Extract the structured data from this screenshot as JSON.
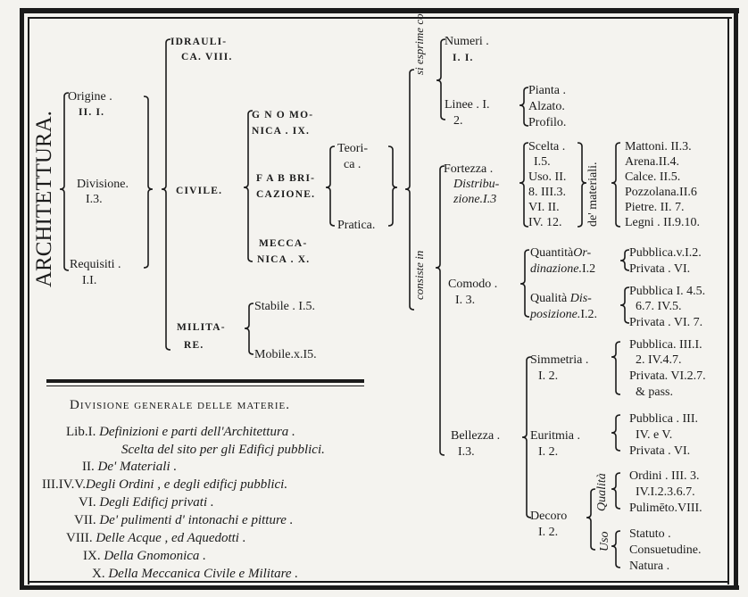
{
  "root": "ARCHITETTURA.",
  "aspects": [
    {
      "label": "Origine .",
      "ref": "II. I."
    },
    {
      "label": "Divisione.",
      "ref": "I.3."
    },
    {
      "label": "Requisiti .",
      "ref": "I.I."
    }
  ],
  "branches": {
    "idraulica": {
      "label": "IDRAULI-",
      "label2": "CA. VIII."
    },
    "civile": {
      "label": "CIVILE.",
      "children": [
        {
          "label": "G N O MO-",
          "label2": "NICA . IX."
        },
        {
          "label": "F A B BRI-",
          "label2": "CAZIONE."
        },
        {
          "label": "MECCA-",
          "label2": "NICA . X."
        }
      ],
      "fabbricazione_parts": [
        {
          "label": "Teori-",
          "label2": "ca ."
        },
        {
          "label": "Pratica."
        }
      ]
    },
    "militare": {
      "label": "MILITA-",
      "label2": "RE.",
      "children": [
        {
          "label": "Stabile . I.5."
        },
        {
          "label": "Mobile.x.I5."
        }
      ]
    }
  },
  "connectors": {
    "esprime": "si esprime con",
    "consiste": "consiste in",
    "materiali": "de' materiali.",
    "qualita": "Qualità",
    "uso": "Uso"
  },
  "esprime": {
    "numeri": {
      "label": "Numeri .",
      "ref": "I. I."
    },
    "linee": {
      "label": "Linee . I.",
      "ref": "2.",
      "children": [
        "Pianta .",
        "Alzato.",
        "Profilo."
      ]
    }
  },
  "consiste": {
    "fortezza": {
      "label": "Fortezza .",
      "sub": "Distribu-",
      "sub2": "zione.I.3",
      "scelta": [
        "Scelta .",
        "I.5.",
        "Uso. II.",
        "8. III.3.",
        "VI.  II.",
        "IV. 12."
      ],
      "materiali": [
        "Mattoni. II.3.",
        "Arena.II.4.",
        "Calce. II.5.",
        "Pozzolana.II.6",
        "Pietre. II. 7.",
        "Legni . II.9.10."
      ]
    },
    "comodo": {
      "label": "Comodo .",
      "ref": "I. 3.",
      "quantita": {
        "label": "Quantità",
        "label_i": "Or-",
        "label2": "dinazione.",
        "ref": "I.2",
        "children": [
          "Pubblica.v.I.2.",
          "Privata . VI."
        ]
      },
      "qualita": {
        "label": "Qualità ",
        "label_i": "Dis-",
        "label2": "posizione.",
        "ref": "I.2.",
        "children": [
          "Pubblica I. 4.5.",
          "6.7. IV.5.",
          "Privata . VI. 7."
        ]
      }
    },
    "bellezza": {
      "label": "Bellezza .",
      "ref": "I.3.",
      "simmetria": {
        "label": "Simmetria .",
        "ref": "I. 2.",
        "children": [
          "Pubblica. III.I.",
          "2. IV.4.7.",
          "Privata. VI.2.7.",
          "& pass."
        ]
      },
      "euritmia": {
        "label": "Euritmia .",
        "ref": "I. 2.",
        "children": [
          "Pubblica . III.",
          "IV. e V.",
          "Privata . VI."
        ]
      },
      "decoro": {
        "label": "Decoro",
        "ref": "I. 2.",
        "qualita_children": [
          "Ordini . III. 3.",
          "IV.I.2.3.6.7.",
          "Pulimēto.VIII."
        ],
        "uso_children": [
          "Statuto .",
          "Consuetudine.",
          "Natura ."
        ]
      }
    }
  },
  "toc": {
    "title": "Divisione generale delle materie.",
    "lines": [
      {
        "num": "Lib.I. ",
        "text": "Definizioni e parti dell'Architettura ."
      },
      {
        "num": "",
        "text": "Scelta del sito per gli Edificj pubblici."
      },
      {
        "num": "II. ",
        "text": "De' Materiali ."
      },
      {
        "num": "III.IV.V.",
        "text": "Degli Ordini , e degli edificj pubblici."
      },
      {
        "num": "VI. ",
        "text": "Degli  Edificj privati ."
      },
      {
        "num": "VII. ",
        "text": "De' pulimenti d' intonachi e pitture ."
      },
      {
        "num": "VIII. ",
        "text": "Delle  Acque , ed Aquedotti ."
      },
      {
        "num": "IX. ",
        "text": "Della Gnomonica ."
      },
      {
        "num": "X. ",
        "text": "Della Meccanica Civile e Militare ."
      }
    ]
  }
}
